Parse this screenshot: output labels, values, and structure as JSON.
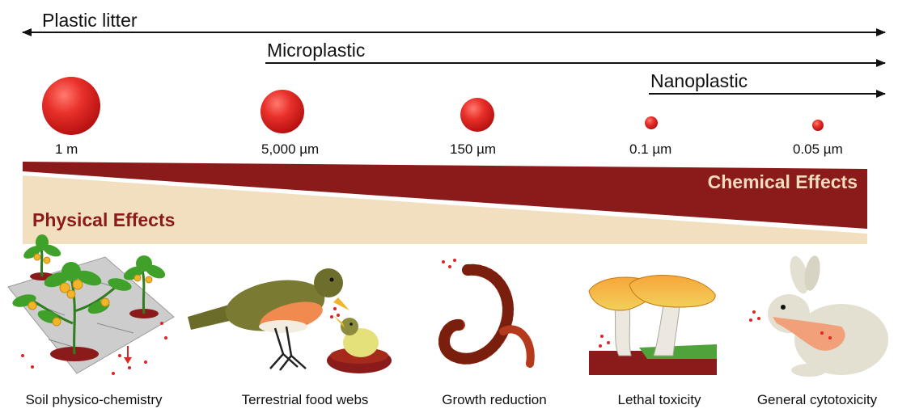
{
  "arrows": {
    "plastic_litter": "Plastic litter",
    "microplastic": "Microplastic",
    "nanoplastic": "Nanoplastic"
  },
  "sizes": [
    "1 m",
    "5,000 µm",
    "150 µm",
    "0.1 µm",
    "0.05 µm"
  ],
  "effects": {
    "physical": "Physical Effects",
    "chemical": "Chemical Effects"
  },
  "captions": [
    "Soil physico-chemistry",
    "Terrestrial food webs",
    "Growth reduction",
    "Lethal toxicity",
    "General cytotoxicity"
  ],
  "colors": {
    "chemical_band": "#8b1a1a",
    "physical_band": "#f2dfbf",
    "particle_red": "#e02424",
    "arrow_black": "#111111"
  },
  "illustrations": [
    "tomato-plants-on-soil",
    "bird-feeding-chick",
    "earthworm",
    "mushrooms",
    "rabbit"
  ]
}
